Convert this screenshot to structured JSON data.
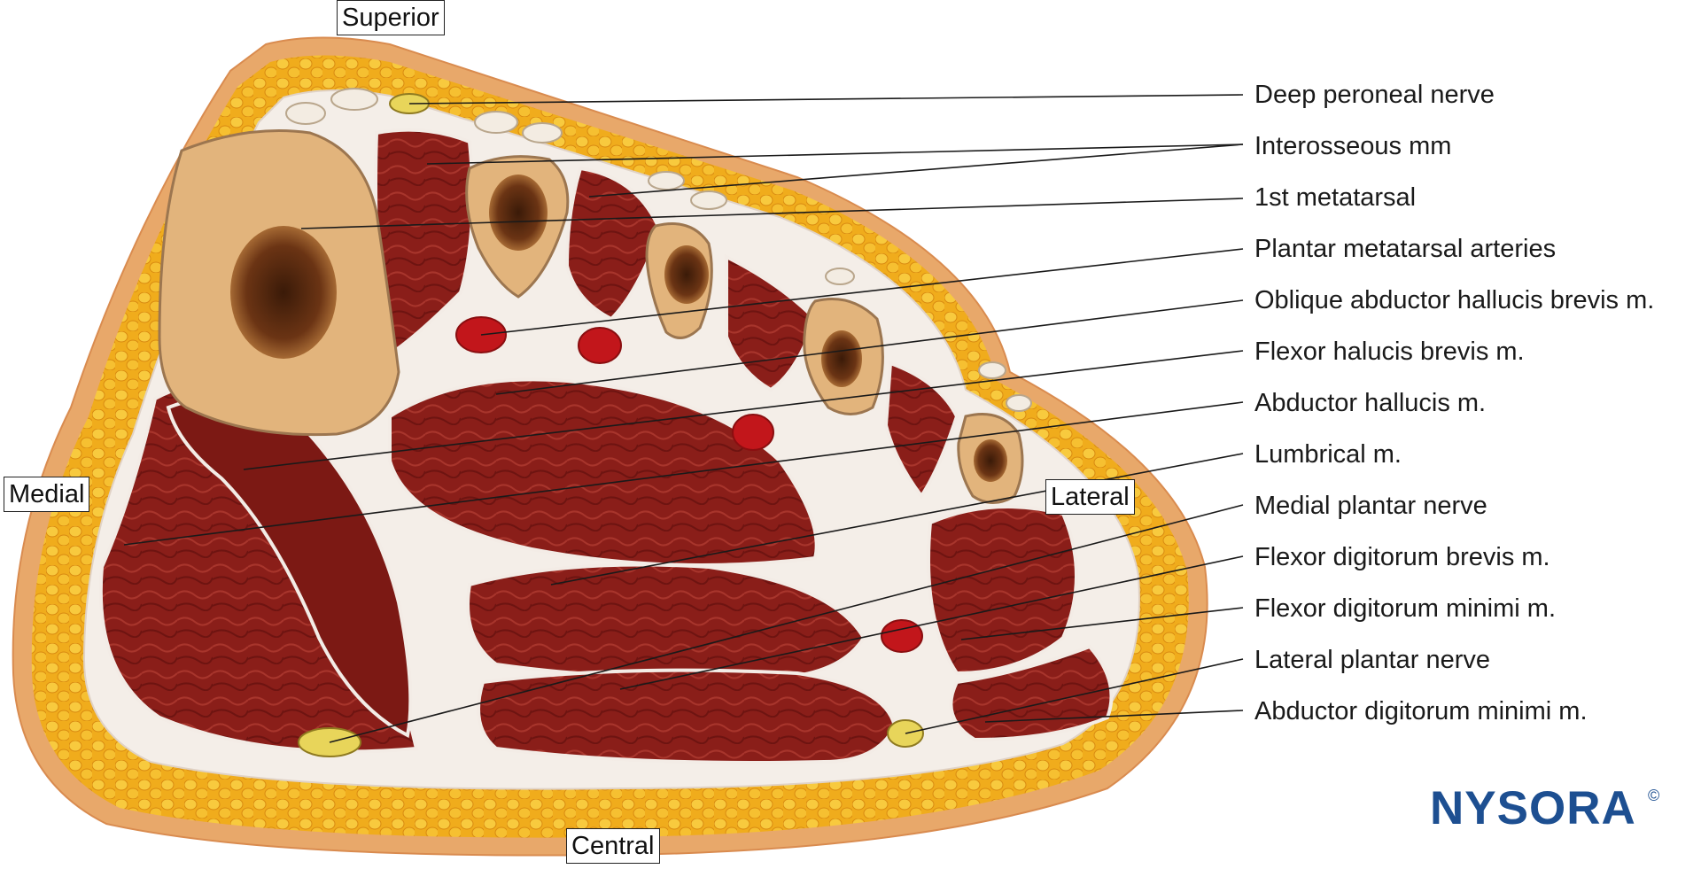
{
  "orientation": {
    "superior": "Superior",
    "medial": "Medial",
    "lateral": "Lateral",
    "central": "Central"
  },
  "labels": [
    "Deep peroneal nerve",
    "Interosseous mm",
    "1st metatarsal",
    "Plantar metatarsal arteries",
    "Oblique abductor hallucis brevis m.",
    "Flexor halucis brevis m.",
    "Abductor hallucis m.",
    "Lumbrical m.",
    "Medial plantar nerve",
    "Flexor digitorum brevis m.",
    "Flexor digitorum minimi m.",
    "Lateral plantar nerve",
    "Abductor digitorum minimi m."
  ],
  "logo": {
    "text": "NYSORA",
    "copyright": "©"
  },
  "colors": {
    "skin": "#e8a86a",
    "fat": "#f2b21e",
    "muscle": "#8e1f1a",
    "bone": "#e2b47c",
    "marrow": "#5a2a10",
    "artery": "#c2161b",
    "nerve": "#e8d55a",
    "logo": "#1d4f91"
  }
}
